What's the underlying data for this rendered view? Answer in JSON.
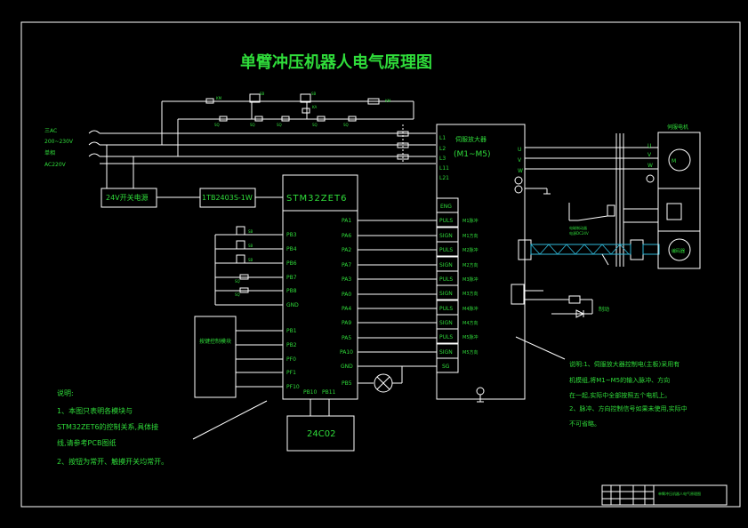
{
  "title": "单臂冲压机器人电气原理图",
  "power": {
    "line1": "三AC",
    "line2": "200~230V",
    "line3": "单相",
    "line4": "AC220V"
  },
  "psu_24v": "24V开关电源",
  "dcdc": "1TB2403S-1W",
  "mcu": {
    "name": "STM32ZET6",
    "left_pins": [
      "PB3",
      "PB4",
      "PB6",
      "PB7",
      "PB8",
      "GND",
      "PB1",
      "PB2",
      "PF0",
      "PF1",
      "PF10"
    ],
    "right_pins": [
      "PA1",
      "PA6",
      "PA2",
      "PA7",
      "PA3",
      "PA0",
      "PA4",
      "PA9",
      "PA5",
      "PA10",
      "GND",
      "PB5"
    ],
    "bottom_pins": [
      "PB10",
      "PB11"
    ]
  },
  "eeprom": "24C02",
  "keypad": "按键控制模块",
  "driver": {
    "title": "伺服放大器",
    "subtitle": "(M1~M5)",
    "power_pins": [
      "L1",
      "L2",
      "L3",
      "L11",
      "L21"
    ],
    "signal_pins": [
      "ENG",
      "PULS",
      "SIGN",
      "PULS",
      "SIGN",
      "PULS",
      "SIGN",
      "PULS",
      "SIGN",
      "PULS",
      "SIGN",
      "SG"
    ],
    "signal_labels": [
      "M1脉冲",
      "M1方向",
      "M2脉冲",
      "M2方向",
      "M3脉冲",
      "M3方向",
      "M4脉冲",
      "M4方向",
      "M5脉冲",
      "M5方向"
    ],
    "output_pins": [
      "U",
      "V",
      "W"
    ]
  },
  "motor": {
    "title": "伺服电机",
    "pins": [
      "U",
      "V",
      "W"
    ]
  },
  "encoder": "编码器",
  "brake": "制动",
  "notes_left": {
    "heading": "说明:",
    "lines": [
      "1、本图只表明各模块与",
      "STM32ZET6的控制关系,具体接",
      "线,请参考PCB图纸",
      "2、按钮为常开、触摸开关均常开。"
    ]
  },
  "notes_right": {
    "lines": [
      "说明:1、伺服放大器控制电(主板)采用有",
      "机模组,将M1~M5的输入脉冲、方向",
      "在一起,实际中全部按照五个电机上。",
      "2、脉冲、方向控制信号如果未使用,实际中",
      "不可省略。"
    ]
  },
  "title_block": "单臂冲压机器人电气原理图"
}
